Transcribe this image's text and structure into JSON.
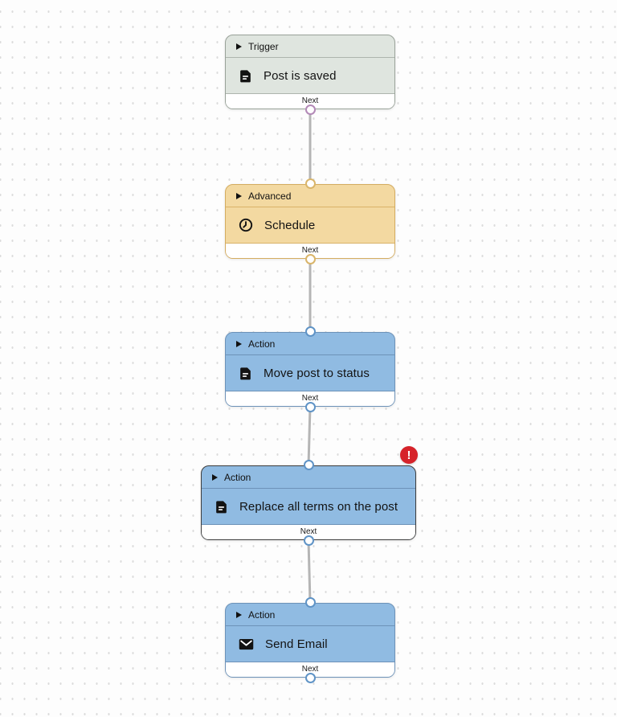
{
  "canvas": {
    "dot_color": "#dcdcdc",
    "background": "#fdfdfd",
    "connector_color": "#b5b5b5"
  },
  "nodes": [
    {
      "category": "Trigger",
      "title": "Post is saved",
      "icon": "document-icon",
      "next_label": "Next",
      "fill": "#dfe5df",
      "border_color": "#99a299",
      "port_color": "#b389b7",
      "has_input_port": false,
      "has_error": false
    },
    {
      "category": "Advanced",
      "title": "Schedule",
      "icon": "clock-icon",
      "next_label": "Next",
      "fill": "#f3d9a1",
      "border_color": "#d4ac60",
      "port_color": "#d9b56a",
      "has_input_port": true,
      "has_error": false
    },
    {
      "category": "Action",
      "title": "Move post to status",
      "icon": "document-icon",
      "next_label": "Next",
      "fill": "#90bbe2",
      "border_color": "#6d92b8",
      "port_color": "#5f93c6",
      "has_input_port": true,
      "has_error": false
    },
    {
      "category": "Action",
      "title": "Replace all terms on the post",
      "icon": "document-icon",
      "next_label": "Next",
      "fill": "#90bbe2",
      "border_color": "#3d3d3d",
      "port_color": "#5f93c6",
      "has_input_port": true,
      "has_error": true,
      "selected": true
    },
    {
      "category": "Action",
      "title": "Send Email",
      "icon": "mail-icon",
      "next_label": "Next",
      "fill": "#90bbe2",
      "border_color": "#6d92b8",
      "port_color": "#5f93c6",
      "has_input_port": true,
      "has_error": false
    }
  ],
  "error_badge": {
    "symbol": "!",
    "color": "#d6232a"
  }
}
